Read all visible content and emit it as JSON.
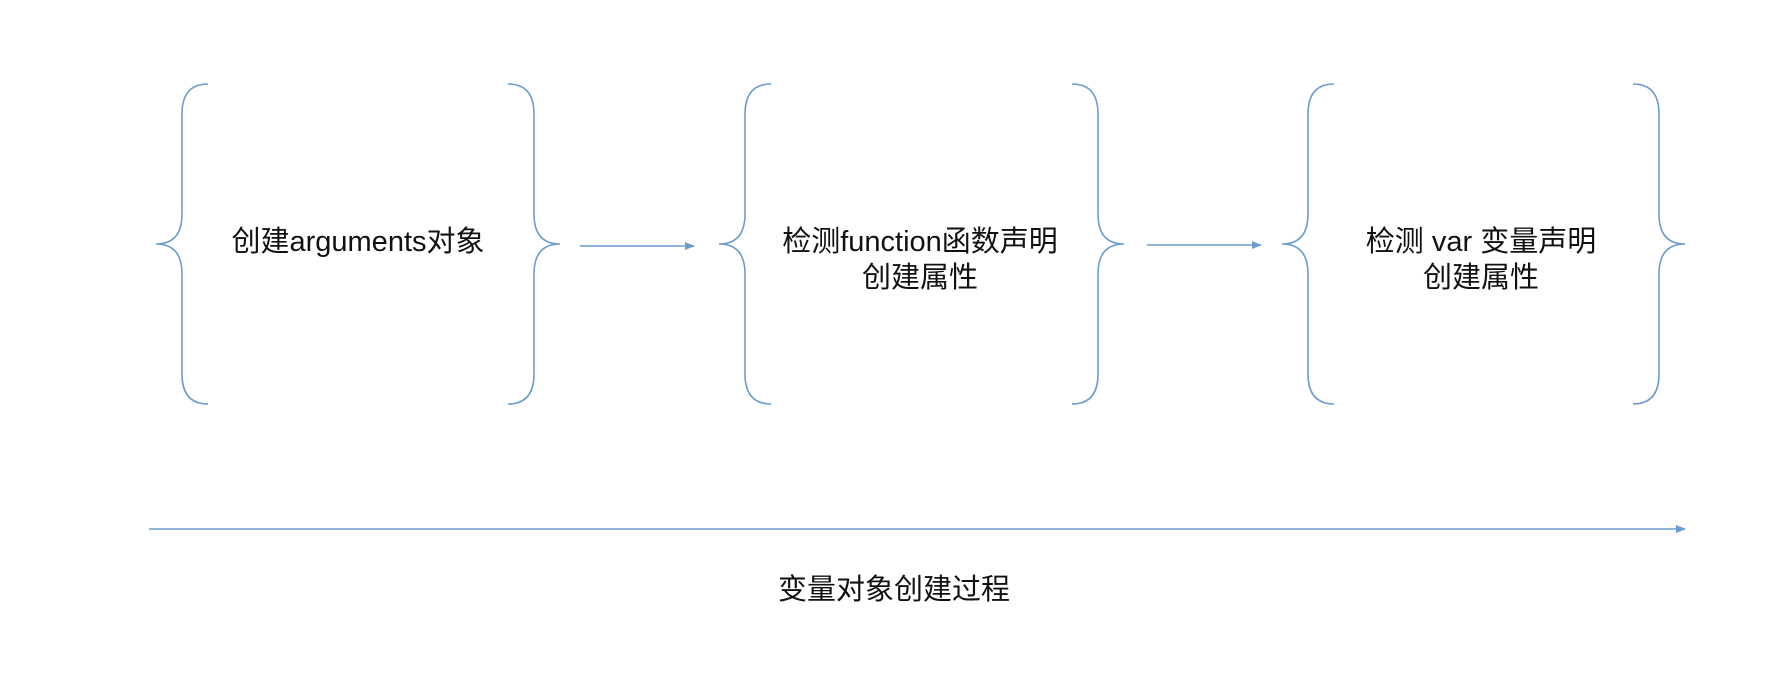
{
  "colors": {
    "line": "#6b9bd1",
    "text": "#111111",
    "background": "#ffffff"
  },
  "stages": [
    {
      "lines": [
        "创建arguments对象"
      ]
    },
    {
      "lines": [
        "检测function函数声明",
        "创建属性"
      ]
    },
    {
      "lines": [
        "检测 var 变量声明",
        "创建属性"
      ]
    }
  ],
  "timeline": {
    "label": "变量对象创建过程"
  }
}
